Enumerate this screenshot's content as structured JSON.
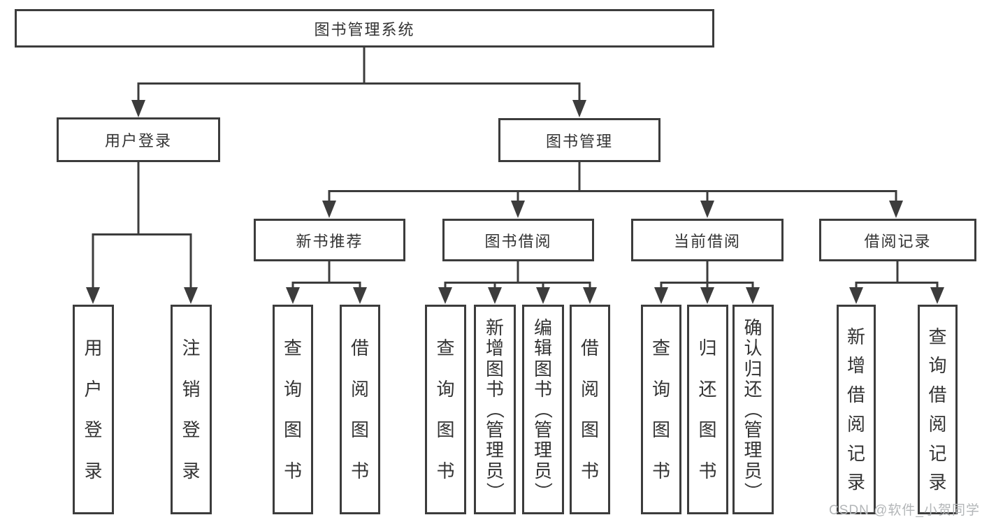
{
  "diagram_title": "图书管理系统",
  "tree": {
    "root": {
      "label": "图书管理系统"
    },
    "branches": [
      {
        "label": "用户登录",
        "children": [
          {
            "label": "用户登录"
          },
          {
            "label": "注销登录"
          }
        ]
      },
      {
        "label": "图书管理",
        "children": [
          {
            "label": "新书推荐",
            "children": [
              {
                "label": "查询图书"
              },
              {
                "label": "借阅图书"
              }
            ]
          },
          {
            "label": "图书借阅",
            "children": [
              {
                "label": "查询图书"
              },
              {
                "label": "新增图书（管理员）"
              },
              {
                "label": "编辑图书（管理员）"
              },
              {
                "label": "借阅图书"
              }
            ]
          },
          {
            "label": "当前借阅",
            "children": [
              {
                "label": "查询图书"
              },
              {
                "label": "归还图书"
              },
              {
                "label": "确认归还（管理员）"
              }
            ]
          },
          {
            "label": "借阅记录",
            "children": [
              {
                "label": "新增借阅记录"
              },
              {
                "label": "查询借阅记录"
              }
            ]
          }
        ]
      }
    ]
  },
  "watermark": {
    "text": "CSDN @软件_小贺同学"
  },
  "colors": {
    "line": "#3c3c3c",
    "box_border": "#3c3c3c",
    "box_bg": "#ffffff",
    "text": "#333333",
    "watermark": "#b3b6b8"
  }
}
